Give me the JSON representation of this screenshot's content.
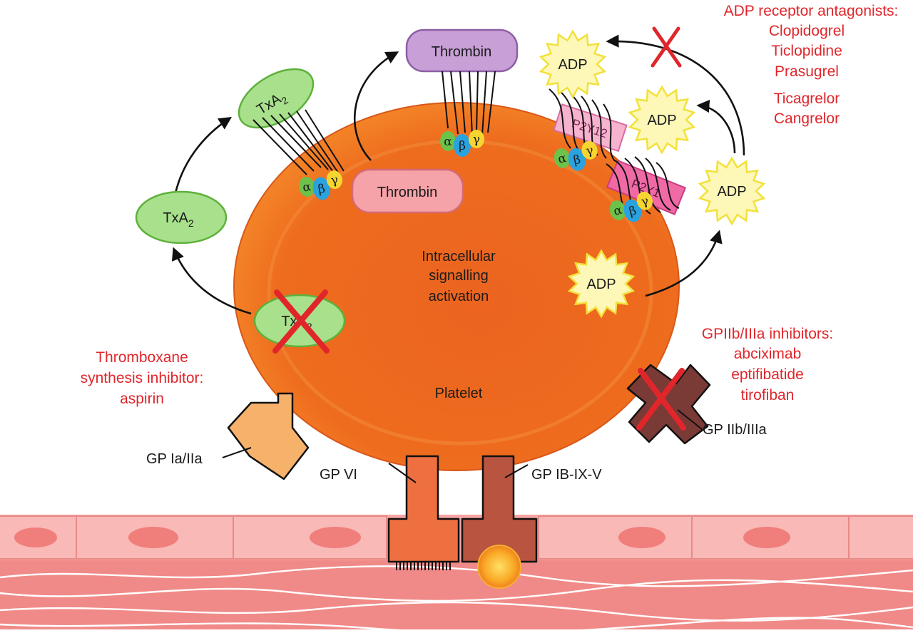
{
  "colors": {
    "platelet": "#ee6a1e",
    "drug_text": "#e0262b",
    "txa2_fill": "#a8e08c",
    "thrombin_top_fill": "#c89fd6",
    "thrombin_mid_fill": "#f5a2a8",
    "adp_fill": "#fdf7b8",
    "gpIaIIa_fill": "#f6b26b",
    "gpIIbIIIa_fill": "#7a3a36",
    "gpVI_fill": "#ee7040",
    "gpIBIXV_fill": "#b85440",
    "vessel_wall": "#f08a88"
  },
  "labels": {
    "thrombin_top": "Thrombin",
    "thrombin_mid": "Thrombin",
    "txa2_upper": "TxA",
    "txa2_left": "TxA",
    "txa2_inhibited": "TxA",
    "txa2_subscript": "2",
    "adp_1": "ADP",
    "adp_2": "ADP",
    "adp_3": "ADP",
    "adp_4": "ADP",
    "p2y12": "P2Y12",
    "p2y1": "P2Y1",
    "center_line1": "Intracellular",
    "center_line2": "signalling",
    "center_line3": "activation",
    "platelet": "Platelet",
    "gp_ia_iia": "GP Ia/IIa",
    "gp_vi": "GP VI",
    "gp_ib_ix_v": "GP IB-IX-V",
    "gp_iib_iiia": "GP IIb/IIIa",
    "g_alpha": "α",
    "g_beta": "β",
    "g_gamma": "γ"
  },
  "drugs": {
    "adp_heading": "ADP receptor antagonists:",
    "adp_list": [
      "Clopidogrel",
      "Ticlopidine",
      "Prasugrel",
      "Ticagrelor",
      "Cangrelor"
    ],
    "gp_heading": "GPIIb/IIIa inhibitors:",
    "gp_list": [
      "abciximab",
      "eptifibatide",
      "tirofiban"
    ],
    "txa_line1": "Thromboxane",
    "txa_line2": "synthesis inhibitor:",
    "txa_line3": "aspirin"
  }
}
